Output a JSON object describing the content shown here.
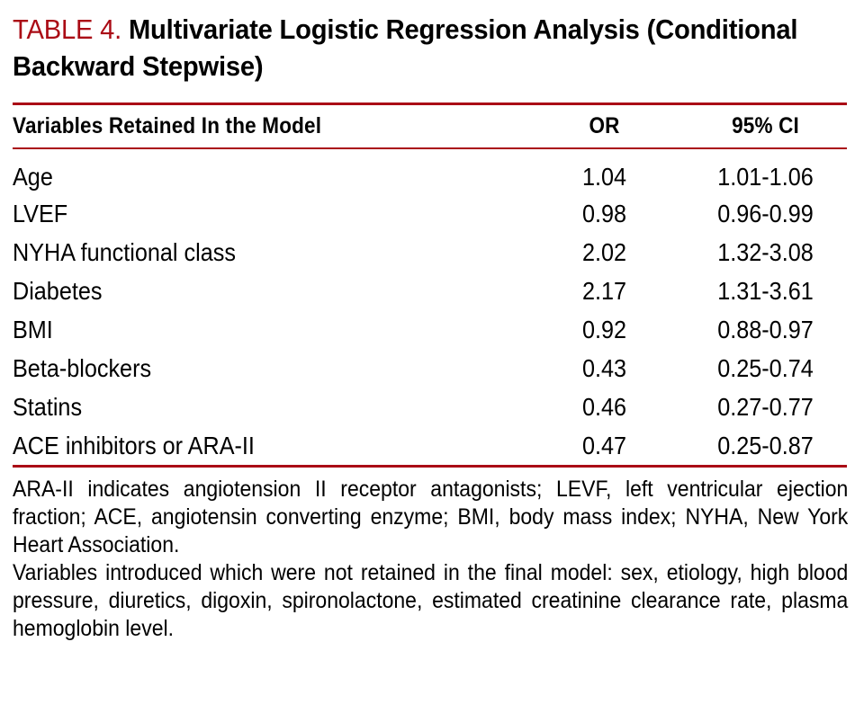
{
  "title": {
    "tag": "TABLE 4.",
    "main": "Multivariate Logistic Regression Analysis (Conditional Backward Stepwise)"
  },
  "colors": {
    "rule": "#AA0B15",
    "tag_text": "#AA0B15",
    "body_text": "#000000",
    "background": "#FFFFFF"
  },
  "table": {
    "columns": [
      {
        "key": "variable",
        "label": "Variables Retained In the Model",
        "align": "left"
      },
      {
        "key": "or",
        "label": "OR",
        "align": "center"
      },
      {
        "key": "ci",
        "label": "95% CI",
        "align": "center"
      }
    ],
    "rows": [
      {
        "variable": "Age",
        "or": "1.04",
        "ci": "1.01-1.06"
      },
      {
        "variable": "LVEF",
        "or": "0.98",
        "ci": "0.96-0.99"
      },
      {
        "variable": "NYHA functional class",
        "or": "2.02",
        "ci": "1.32-3.08"
      },
      {
        "variable": "Diabetes",
        "or": "2.17",
        "ci": "1.31-3.61"
      },
      {
        "variable": "BMI",
        "or": "0.92",
        "ci": "0.88-0.97"
      },
      {
        "variable": "Beta-blockers",
        "or": "0.43",
        "ci": "0.25-0.74"
      },
      {
        "variable": "Statins",
        "or": "0.46",
        "ci": "0.27-0.77"
      },
      {
        "variable": "ACE inhibitors or ARA-II",
        "or": "0.47",
        "ci": "0.25-0.87"
      }
    ]
  },
  "footnotes": {
    "abbreviations": "ARA-II indicates angiotension II receptor antagonists; LEVF, left ventricular ejection fraction; ACE, angiotensin converting enzyme; BMI, body mass index; NYHA, New York Heart Association.",
    "excluded_variables": "Variables introduced which were not retained in the final model: sex, etiology, high blood pressure, diuretics, digoxin, spironolactone, estimated creatinine clearance rate, plasma hemoglobin level."
  }
}
